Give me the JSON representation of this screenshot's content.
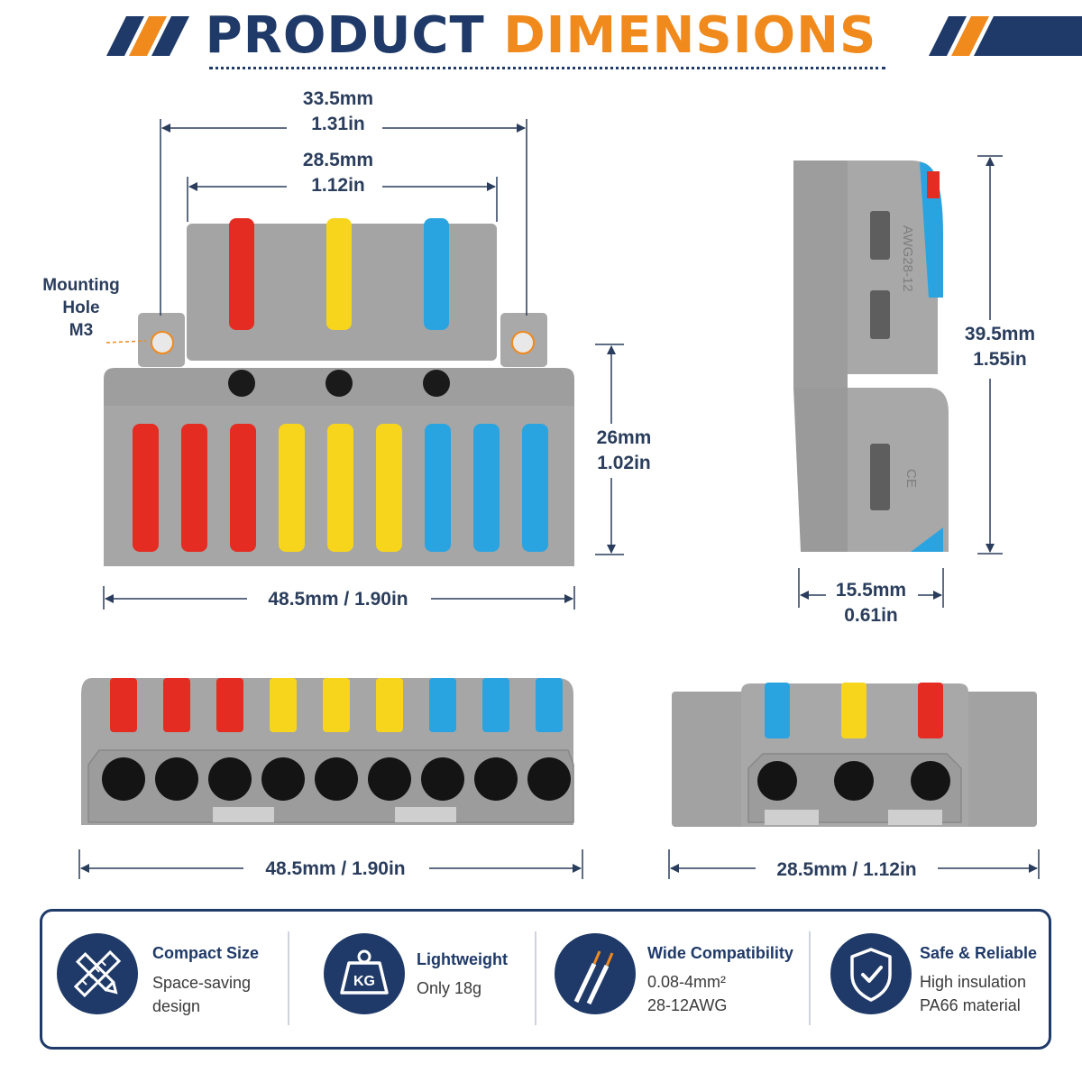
{
  "title": {
    "part1": "PRODUCT",
    "part2": "DIMENSIONS"
  },
  "colors": {
    "navy": "#1f3a68",
    "orange": "#f08a1d",
    "red": "#e52c22",
    "yellow": "#f7d51c",
    "blue": "#2aa4e0",
    "gray": "#a4a4a4"
  },
  "front_view": {
    "top_width": {
      "mm": "33.5mm",
      "in": "1.31in"
    },
    "inner_width": {
      "mm": "28.5mm",
      "in": "1.12in"
    },
    "body_height": {
      "mm": "26mm",
      "in": "1.02in"
    },
    "base_width": "48.5mm / 1.90in",
    "mounting_hole": [
      "Mounting",
      "Hole",
      "M3"
    ]
  },
  "side_view": {
    "height": {
      "mm": "39.5mm",
      "in": "1.55in"
    },
    "depth": {
      "mm": "15.5mm",
      "in": "0.61in"
    },
    "embossed": [
      "AWG28-12",
      "CE"
    ]
  },
  "bottom_left_view": {
    "width": "48.5mm / 1.90in"
  },
  "bottom_right_view": {
    "width": "28.5mm / 1.12in"
  },
  "features": [
    {
      "icon": "ruler-pencil-icon",
      "title": "Compact Size",
      "lines": [
        "Space-saving",
        "design"
      ]
    },
    {
      "icon": "weight-kg-icon",
      "icon_text": "KG",
      "title": "Lightweight",
      "lines": [
        "Only 18g"
      ]
    },
    {
      "icon": "wire-icon",
      "title": "Wide Compatibility",
      "lines": [
        "0.08-4mm²",
        "28-12AWG"
      ]
    },
    {
      "icon": "shield-check-icon",
      "title": "Safe & Reliable",
      "lines": [
        "High insulation",
        "PA66 material"
      ]
    }
  ]
}
